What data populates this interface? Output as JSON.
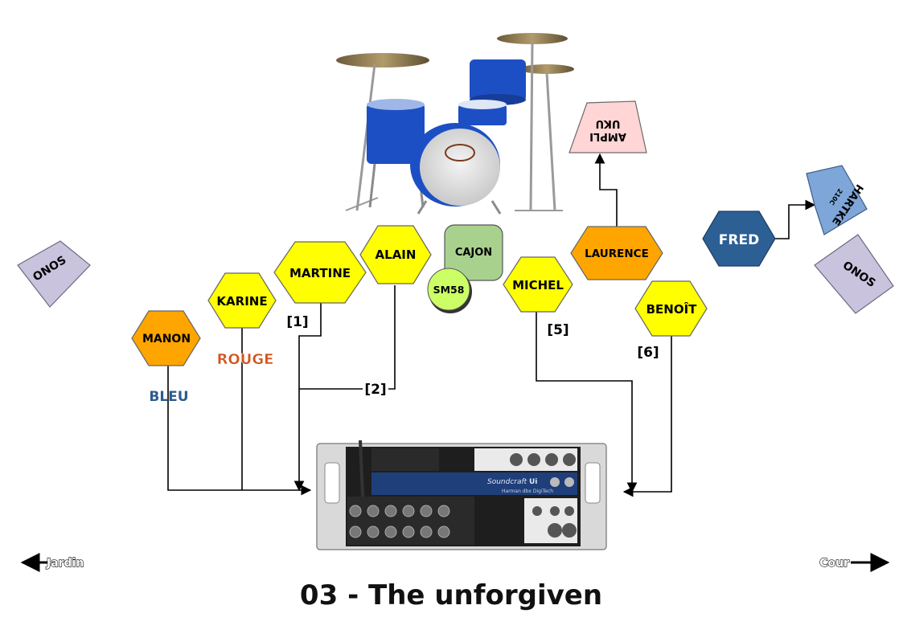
{
  "title": "03 - The unforgiven",
  "stage_sides": {
    "left": "Jardin",
    "right": "Cour"
  },
  "monitors": {
    "left": "ONOS",
    "right": "ONOS"
  },
  "musicians": {
    "manon": "MANON",
    "karine": "KARINE",
    "martine": "MARTINE",
    "alain": "ALAIN",
    "michel": "MICHEL",
    "laurence": "LAURENCE",
    "benoit": "BENOÎT",
    "fred": "FRED"
  },
  "instruments": {
    "cajon": "CAJON",
    "mic": "SM58",
    "ampli_uku": [
      "AMPLI",
      "UKU"
    ],
    "hartke": [
      "HARTKE",
      "210C"
    ]
  },
  "channels": {
    "c1": "[1]",
    "c2": "[2]",
    "c5": "[5]",
    "c6": "[6]"
  },
  "tags": {
    "rouge": "ROUGE",
    "bleu": "BLEU"
  },
  "mixer": {
    "brand": "Soundcraft",
    "model": "Ui",
    "sub": "Harman dbx DigiTech"
  },
  "colors": {
    "hex_yellow": "#ffff00",
    "hex_orange": "#ffa500",
    "bleu_text": "#2e5b8a",
    "rouge_text": "#d4531b",
    "fred_fill": "#2c5f93",
    "onos_fill": "#c9c3de",
    "ampli_fill": "#ffd5d5",
    "hartke_fill": "#7ea6d8",
    "cajon_fill": "#a9d18e",
    "mic_fill": "#ccff66",
    "drum_blue": "#1d4fc4"
  },
  "icons": [
    "drum-kit-image",
    "mixer-image",
    "arrow-left-icon",
    "arrow-right-icon"
  ]
}
